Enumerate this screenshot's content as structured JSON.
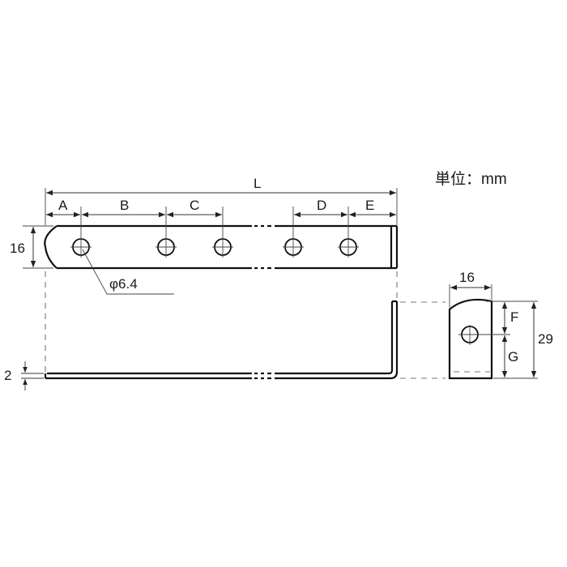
{
  "drawing": {
    "unit_label": "単位：mm",
    "top_view": {
      "overall_length_label": "L",
      "segments": [
        "A",
        "B",
        "C",
        "D",
        "E"
      ],
      "width_label": "16",
      "hole_diameter_label": "φ6.4"
    },
    "front_view": {
      "thickness_label": "2"
    },
    "side_view": {
      "width_label": "16",
      "hole_to_top_label": "F",
      "hole_to_bottom_label": "G",
      "height_label": "29"
    },
    "colors": {
      "line": "#111111",
      "dim_line": "#333333",
      "hidden_line": "#666666",
      "background": "#ffffff"
    }
  }
}
